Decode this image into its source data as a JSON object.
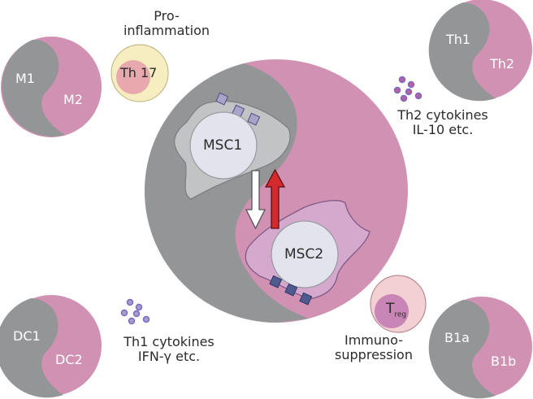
{
  "colors": {
    "gray": "#939597",
    "pink": "#d191b2",
    "msc1_cell": "#c2c3c5",
    "msc2_cell": "#d5a8cd",
    "nucleus": "#e3e3ee",
    "receptor": "#a8a3c9",
    "receptor_dark": "#4f5a8f",
    "arrow_up": "#d42a2e",
    "th17_outer": "#f6eec1",
    "th17_inner": "#e7a9ad",
    "treg_outer": "#f2d0d4",
    "treg_inner": "#c985b6",
    "th2_cytokine": "#b560a3",
    "th1_cytokine": "#a79bc9"
  },
  "center": {
    "msc1_label": "MSC1",
    "msc2_label": "MSC2"
  },
  "pairs": [
    {
      "left": "M1",
      "right": "M2"
    },
    {
      "left": "Th1",
      "right": "Th2"
    },
    {
      "left": "DC1",
      "right": "DC2"
    },
    {
      "left": "B1a",
      "right": "B1b"
    }
  ],
  "th17": {
    "label": "Th 17",
    "caption_line1": "Pro-",
    "caption_line2": "inflammation"
  },
  "treg": {
    "label_main": "T",
    "label_sub": "reg",
    "caption_line1": "Immuno-",
    "caption_line2": "suppression"
  },
  "th2_cytokines": {
    "line1": "Th2 cytokines",
    "line2": "IL-10 etc."
  },
  "th1_cytokines": {
    "line1": "Th1 cytokines",
    "line2": "IFN-γ etc."
  }
}
